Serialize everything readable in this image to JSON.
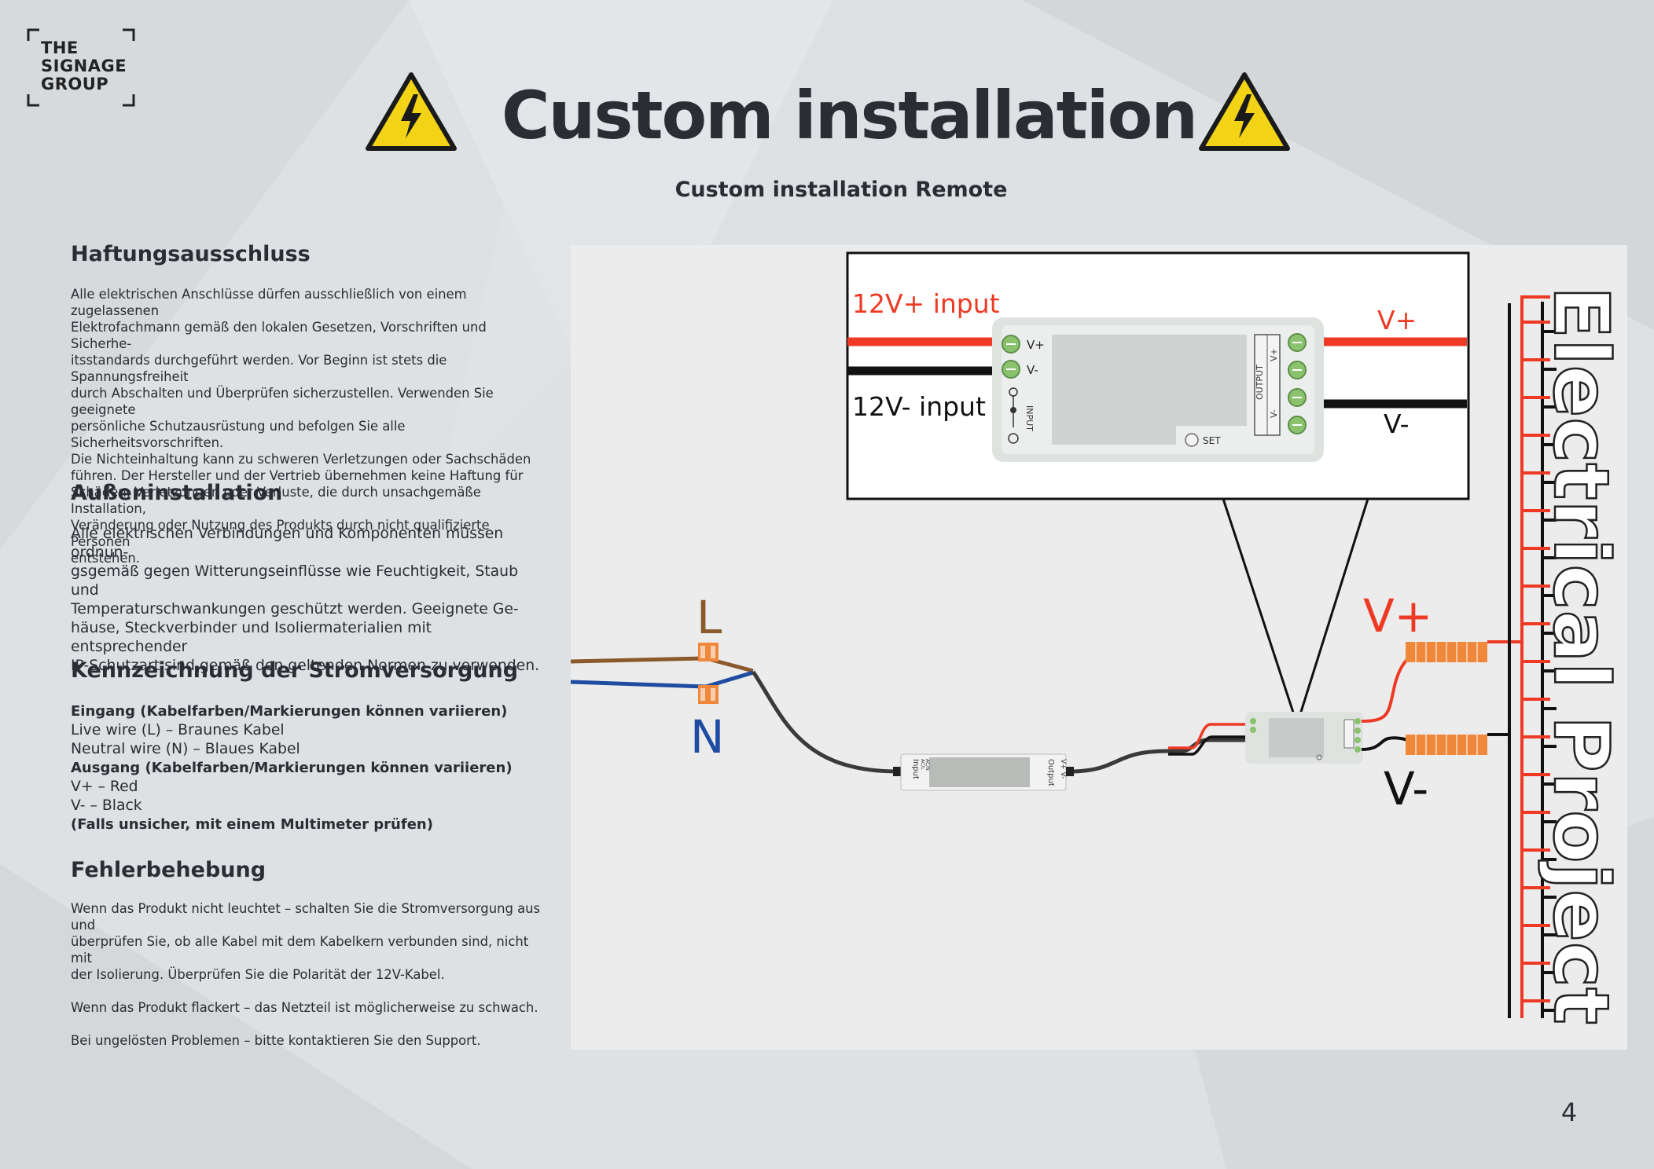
{
  "logo": {
    "lines": [
      "THE",
      "SIGNAGE",
      "GROUP"
    ]
  },
  "header": {
    "title": "Custom installation",
    "subtitle": "Custom installation Remote"
  },
  "sections": {
    "disclaimer": {
      "heading": "Haftungsausschluss",
      "lines": [
        "Alle elektrischen Anschlüsse dürfen ausschließlich von einem zugelassenen",
        "Elektrofachmann gemäß den lokalen Gesetzen, Vorschriften und Sicherhe-",
        "itsstandards durchgeführt werden. Vor Beginn ist stets die Spannungsfreiheit",
        "durch Abschalten und Überprüfen sicherzustellen. Verwenden Sie geeignete",
        "persönliche Schutzausrüstung und befolgen Sie alle Sicherheitsvorschriften.",
        "Die Nichteinhaltung kann zu schweren Verletzungen oder Sachschäden",
        "führen. Der Hersteller und der Vertrieb übernehmen keine Haftung für",
        "Schäden, Verletzungen oder Verluste, die durch unsachgemäße Installation,",
        "Veränderung oder Nutzung des Produkts durch nicht qualifizierte Personen",
        "entstehen."
      ]
    },
    "outdoor": {
      "heading": "Außeninstallation",
      "lines": [
        "Alle elektrischen Verbindungen und Komponenten müssen ordnun-",
        "gsgemäß gegen Witterungseinflüsse wie Feuchtigkeit, Staub und",
        "Temperaturschwankungen geschützt werden. Geeignete Ge-",
        "häuse, Steckverbinder und Isoliermaterialien mit entsprechender",
        "IP-Schutzart sind gemäß den geltenden Normen zu verwenden."
      ]
    },
    "power": {
      "heading": "Kennzeichnung der Stromversorgung",
      "input_heading": "Eingang (Kabelfarben/Markierungen können variieren)",
      "live": "Live wire (L) – Braunes Kabel",
      "neutral": "Neutral wire (N) – Blaues Kabel",
      "output_heading": "Ausgang (Kabelfarben/Markierungen können variieren)",
      "vplus": "V+ –  Red",
      "vminus": "V- – Black",
      "note": "(Falls unsicher, mit einem Multimeter prüfen)"
    },
    "troubleshooting": {
      "heading": "Fehlerbehebung",
      "para1_lines": [
        "Wenn das Produkt nicht leuchtet – schalten Sie die Stromversorgung aus und",
        "überprüfen Sie, ob alle Kabel mit dem Kabelkern verbunden sind, nicht mit",
        "der Isolierung. Überprüfen Sie die Polarität der 12V-Kabel."
      ],
      "para2": "Wenn das Produkt flackert – das Netzteil ist möglicherweise zu schwach.",
      "para3": "Bei ungelösten Problemen – bitte kontaktieren Sie den Support."
    }
  },
  "diagram": {
    "inset": {
      "input_plus": "12V+ input",
      "input_minus": "12V- input",
      "out_plus": "V+",
      "out_minus": "V-",
      "term_vplus": "V+",
      "term_vminus": "V-",
      "input_label": "INPUT",
      "output_label": "OUTPUT",
      "output_vplus": "V+",
      "output_vminus": "V-",
      "set_label": "SET"
    },
    "mains_L": "L",
    "mains_N": "N",
    "psu_input": "Input",
    "psu_ac": "AC/N",
    "psu_acl": "AC/L",
    "psu_output": "Output",
    "psu_vv": "V+ V-",
    "out_plus": "V+",
    "out_minus": "V-",
    "project_label": "Electrical Project",
    "colors": {
      "live": "#8a5a2b",
      "neutral": "#1e4ca1",
      "positive": "#ee3a24",
      "negative": "#111111",
      "connector": "#f0883c"
    }
  },
  "page_number": "4"
}
